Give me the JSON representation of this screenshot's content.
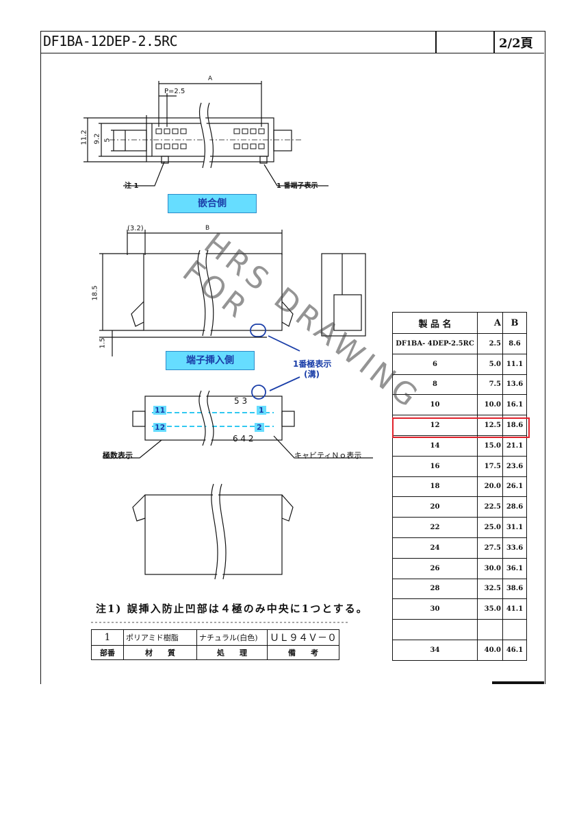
{
  "header": {
    "title": "DF1BA-12DEP-2.5RC",
    "page": "2/2頁"
  },
  "labels": {
    "dim_a": "A",
    "dim_b": "B",
    "pitch": "P=2.5",
    "h_11_2": "11.2",
    "h_9_2": "9.2",
    "h_5": "5",
    "h_18_5": "18.5",
    "h_1_5": "1.5",
    "w_3_2": "(3.2)",
    "note1_tag": "注 1",
    "pin1_mark": "1 番端子表示",
    "mating_side": "嵌合側",
    "terminal_side": "端子挿入側",
    "pin1_indicator": "1番極表示",
    "pin1_indicator_sub": "(溝)",
    "pole_count": "極数表示",
    "cavity_no": "キャビティＮｏ表示",
    "top_nums": "5  3",
    "bot_nums": "6  4  2",
    "cav_11": "11",
    "cav_12": "12",
    "cav_1": "1",
    "cav_2": "2"
  },
  "note": "注1) 誤挿入防止凹部は４極のみ中央に1つとする。",
  "material_table": {
    "row": [
      "1",
      "ポリアミド樹脂",
      "ナチュラル(白色)",
      "ＵＬ９４Ｖ－０"
    ],
    "header": [
      "部番",
      "材　　質",
      "処　　理",
      "備　　考"
    ]
  },
  "spec_table": {
    "headers": [
      "製 品 名",
      "A",
      "B"
    ],
    "rows": [
      [
        "DF1BA- 4DEP-2.5RC",
        "2.5",
        "8.6"
      ],
      [
        "6",
        "5.0",
        "11.1"
      ],
      [
        "8",
        "7.5",
        "13.6"
      ],
      [
        "10",
        "10.0",
        "16.1"
      ],
      [
        "12",
        "12.5",
        "18.6"
      ],
      [
        "14",
        "15.0",
        "21.1"
      ],
      [
        "16",
        "17.5",
        "23.6"
      ],
      [
        "18",
        "20.0",
        "26.1"
      ],
      [
        "20",
        "22.5",
        "28.6"
      ],
      [
        "22",
        "25.0",
        "31.1"
      ],
      [
        "24",
        "27.5",
        "33.6"
      ],
      [
        "26",
        "30.0",
        "36.1"
      ],
      [
        "28",
        "32.5",
        "38.6"
      ],
      [
        "30",
        "35.0",
        "41.1"
      ],
      [
        "",
        "",
        ""
      ],
      [
        "34",
        "40.0",
        "46.1"
      ]
    ],
    "highlight_row": "12",
    "highlight_color": "#e0202a"
  },
  "watermark": "HRS DRAWING FOR",
  "colors": {
    "accent_blue": "#66ddff",
    "text_blue": "#1a3ea8",
    "highlight_red": "#e0202a"
  }
}
